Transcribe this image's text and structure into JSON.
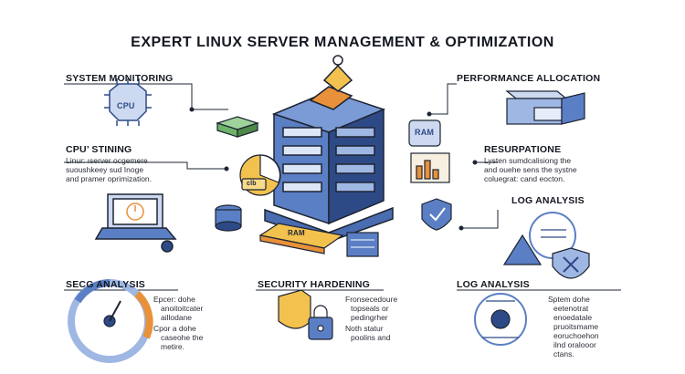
{
  "title": "EXPERT LINUX SERVER MANAGEMENT & OPTIMIZATION",
  "sections": {
    "system_monitoring": {
      "heading": "SYSTEM MONITORING",
      "chip_label": "CPU"
    },
    "cpu_tuning": {
      "heading": "CPU’ STINING",
      "lines": [
        "Linur: ıserver ocgemere",
        "suoushkeey sud Inoge",
        "and pramer oprimization."
      ]
    },
    "performance_allocation": {
      "heading": "PERFORMANCE ALLOCATION"
    },
    "resurpatione": {
      "heading": "RESURPATIONE",
      "lines": [
        "Lysten sumdcalisiong the",
        "and ouehe sens the systne",
        "coluegrat: cand eocton."
      ]
    },
    "log_analysis_right": {
      "heading": "LOG ANALYSIS"
    },
    "secg_analysis": {
      "heading": "SECG ANALYSIS",
      "items": [
        [
          "Epcer: dohe",
          "anoitoitcater",
          "aillodane"
        ],
        [
          "Cpor a dohe",
          "caseohe the",
          "metire."
        ]
      ]
    },
    "security_hardening": {
      "heading": "SECURITY HARDENING",
      "items": [
        [
          "Fronsecedoure",
          "topseals or",
          "pedingrher"
        ],
        [
          "Noth statur",
          "poolins and"
        ]
      ]
    },
    "log_analysis_bottom": {
      "heading": "LOG ANALYSIS",
      "items": [
        [
          "Sptem dohe",
          "eetenotrat",
          "enoedatale",
          "pruoitsmame",
          "eoruchoehon",
          "ilnd oralooor",
          "ctans."
        ]
      ]
    },
    "hardware_labels": {
      "ram_top": "RAM",
      "ram_stick": "RAM",
      "cpu_small": "clb"
    }
  },
  "colors": {
    "blue": "#5b7fc4",
    "darkblue": "#2e4a86",
    "yellow": "#f2c14e",
    "orange": "#e8913a",
    "outline": "#1d2433",
    "green": "#6fb36a"
  }
}
